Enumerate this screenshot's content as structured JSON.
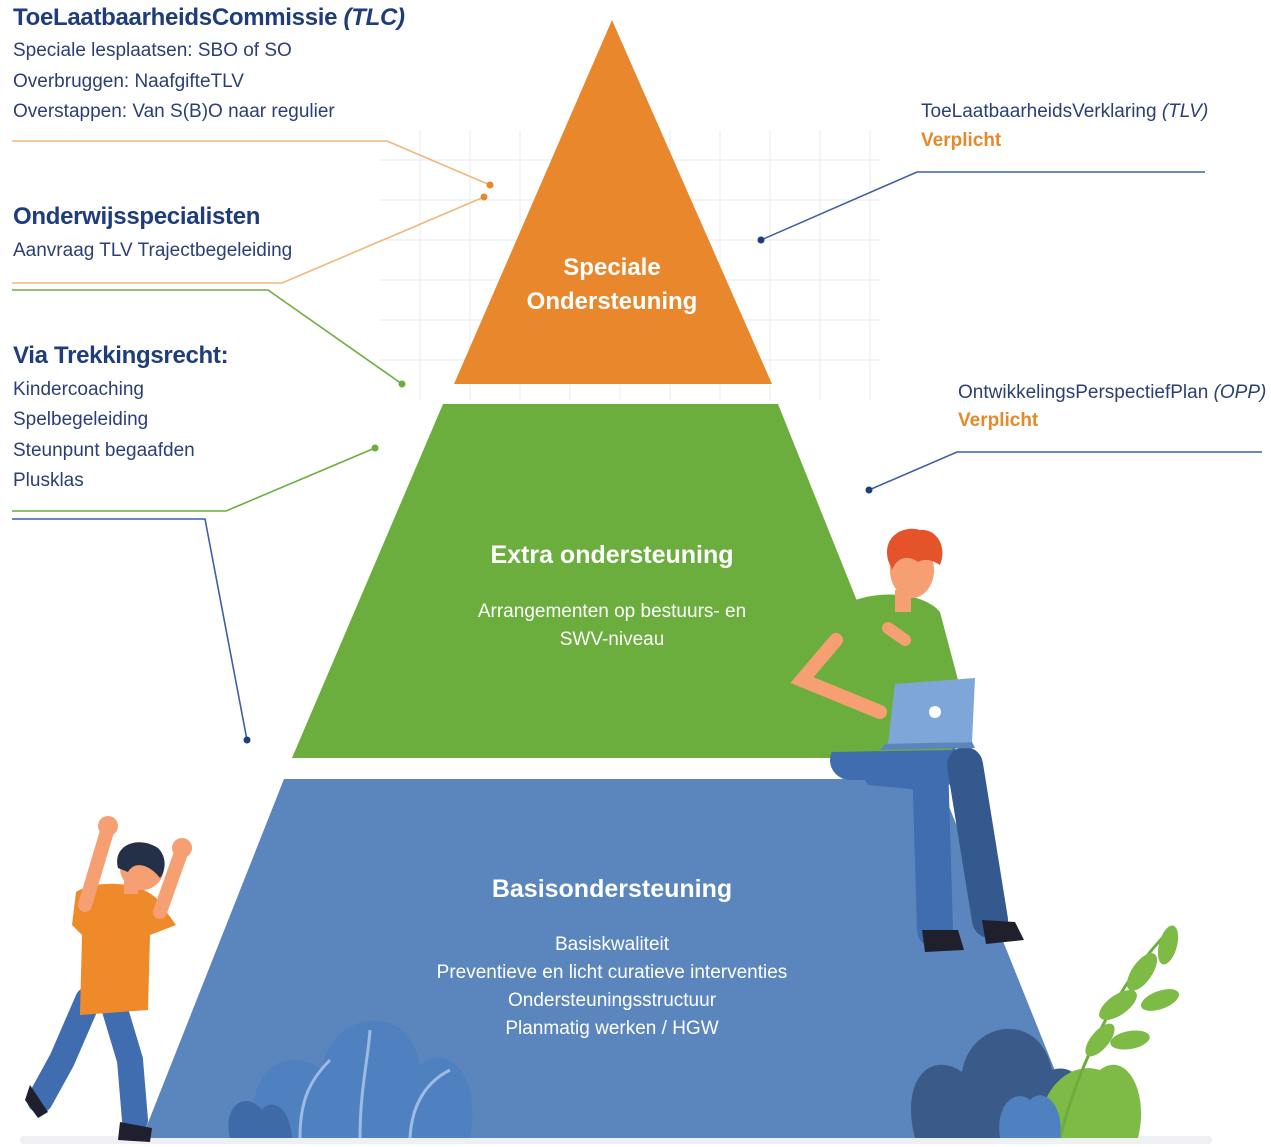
{
  "left_labels": {
    "tlc": {
      "title": "ToeLaatbaarheidsCommissie",
      "title_abbr": "(TLC)",
      "items": [
        "Speciale lesplaatsen: SBO of SO",
        "Overbruggen: NaafgifteTLV",
        "Overstappen: Van S(B)O naar regulier"
      ]
    },
    "onderwijs": {
      "title": "Onderwijsspecialisten",
      "items": [
        "Aanvraag TLV Trajectbegeleiding"
      ]
    },
    "trekking": {
      "title": "Via Trekkingsrecht:",
      "items": [
        "Kindercoaching",
        "Spelbegeleiding",
        "Steunpunt begaafden",
        "Plusklas"
      ]
    }
  },
  "right_labels": {
    "tlv": {
      "title": "ToeLaatbaarheidsVerklaring",
      "title_abbr": "(TLV)",
      "status": "Verplicht"
    },
    "opp": {
      "title": "OntwikkelingsPerspectiefPlan",
      "title_abbr": "(OPP)",
      "status": "Verplicht"
    }
  },
  "pyramid": {
    "top": {
      "line1": "Speciale",
      "line2": "Ondersteuning",
      "color": "#e8872b"
    },
    "middle": {
      "title": "Extra ondersteuning",
      "lines": [
        "Arrangementen op bestuurs- en",
        "SWV-niveau"
      ],
      "color": "#6cae3e"
    },
    "bottom": {
      "title": "Basisondersteuning",
      "lines": [
        "Basiskwaliteit",
        "Preventieve en licht curatieve interventies",
        "Ondersteuningsstructuur",
        "Planmatig werken / HGW"
      ],
      "color": "#5b86bd"
    }
  },
  "colors": {
    "navy": "#1f3d7a",
    "orange": "#e58a2a",
    "green": "#6cae3e",
    "blue": "#5b86bd"
  }
}
